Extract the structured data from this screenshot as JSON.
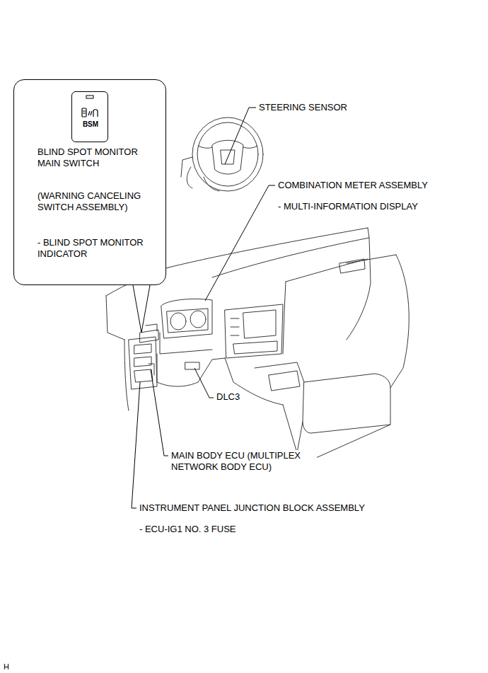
{
  "diagram": {
    "nodes": [
      {
        "text": [
          "BLIND SPOT MONITOR MAIN SWITCH",
          "(WARNING CANCELING SWITCH ASSEMBLY)",
          "- BLIND SPOT MONITOR INDICATOR"
        ]
      },
      {
        "text": [
          "BSM"
        ],
        "in": 0
      }
    ],
    "edges": [],
    "labels": [
      "STEERING SENSOR",
      "COMBINATION METER ASSEMBLY",
      "- MULTI-INFORMATION DISPLAY",
      "DLC3",
      "MAIN BODY ECU (MULTIPLEX NETWORK BODY ECU)",
      "INSTRUMENT PANEL JUNCTION BLOCK ASSEMBLY",
      "- ECU-IG1 NO. 3 FUSE",
      "H"
    ]
  }
}
